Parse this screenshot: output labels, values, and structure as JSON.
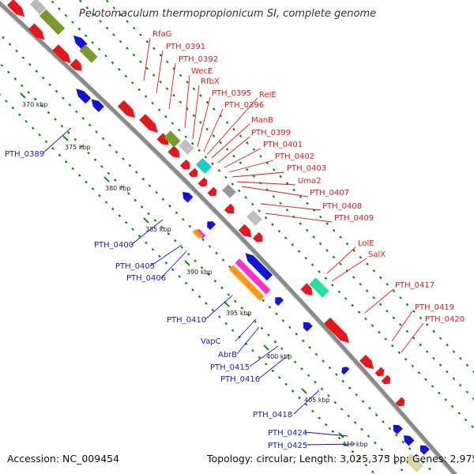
{
  "title": "Pelotomaculum thermopropionicum SI, complete genome",
  "footer": {
    "accession": "Accession: NC_009454",
    "summary": "Topology: circular; Length: 3,025,375 bp; Genes: 2,975"
  },
  "colors": {
    "forward": "#e8151b",
    "reverse": "#1212d8",
    "backbone": "#8a8a8a",
    "gc_skew": "#118811",
    "tick": "#1a8a1a",
    "rrna": "#7a9a30",
    "pseudo": "#c0c0c0",
    "trna": "#20c8c8",
    "other_teal": "#28e0a0",
    "misc_magenta": "#ff30c8",
    "misc_orange": "#ff9a10"
  },
  "kbp_labels": [
    "370 kbp",
    "375 kbp",
    "380 kbp",
    "385 kbp",
    "390 kbp",
    "395 kbp",
    "400 kbp",
    "405 kbp",
    "410 kbp"
  ],
  "forward_genes": [
    "RfaG",
    "PTH_0391",
    "PTH_0392",
    "WecE",
    "RfbX",
    "PTH_0395",
    "PTH_0396",
    "RelE",
    "ManB",
    "PTH_0399",
    "PTH_0401",
    "PTH_0402",
    "PTH_0403",
    "Uma2",
    "PTH_0407",
    "PTH_0408",
    "PTH_0409",
    "LolE",
    "SalX",
    "PTH_0417",
    "PTH_0419",
    "PTH_0420"
  ],
  "reverse_genes": [
    "PTH_0389",
    "PTH_0400",
    "PTH_0405",
    "PTH_0406",
    "PTH_0410",
    "VapC",
    "AbrB",
    "PTH_0415",
    "PTH_0416",
    "PTH_0418",
    "PTH_0424",
    "PTH_0425"
  ]
}
